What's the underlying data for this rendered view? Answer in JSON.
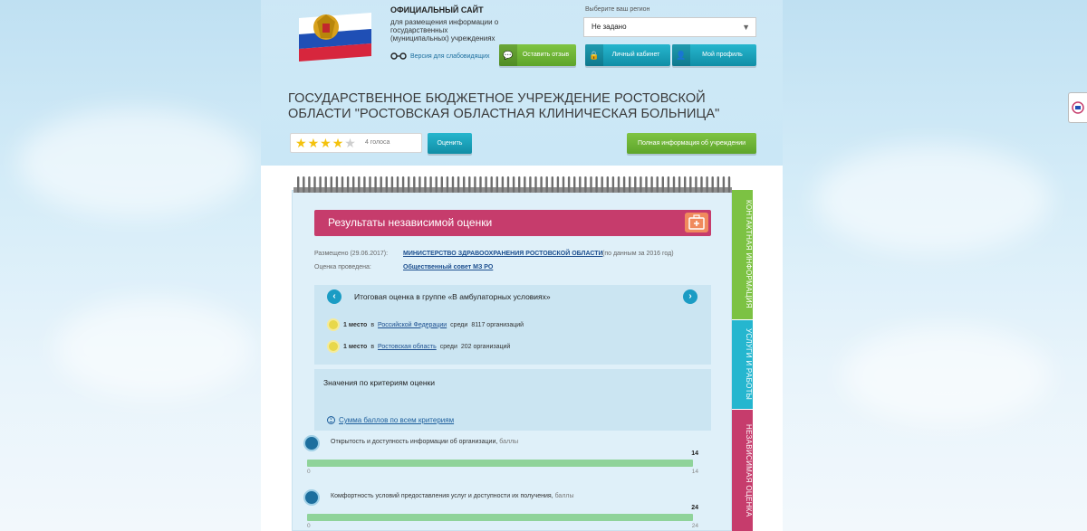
{
  "header": {
    "site_title": "ОФИЦИАЛЬНЫЙ САЙТ",
    "site_subtitle": "для размещения информации о государственных (муниципальных) учреждениях",
    "vision_version": "Версия для слабовидящих",
    "region_label": "Выберите ваш регион",
    "region_value": "Не задано",
    "buttons": {
      "feedback": "Оставить отзыв",
      "cabinet": "Личный кабинет",
      "profile": "Мой профиль"
    }
  },
  "org": {
    "title": "ГОСУДАРСТВЕННОЕ БЮДЖЕТНОЕ УЧРЕЖДЕНИЕ РОСТОВСКОЙ ОБЛАСТИ \"РОСТОВСКАЯ ОБЛАСТНАЯ КЛИНИЧЕСКАЯ БОЛЬНИЦА\"",
    "rating": 4,
    "votes": "4 голоса",
    "rate_button": "Оценить",
    "full_info_button": "Полная информация об учреждении"
  },
  "results": {
    "banner_title": "Результаты независимой оценки",
    "placed_label": "Размещено (29.06.2017):",
    "placed_link": "МИНИСТЕРСТВО ЗДРАВООХРАНЕНИЯ РОСТОВСКОЙ ОБЛАСТИ",
    "placed_note": "(по данным за 2016 год)",
    "conducted_label": "Оценка проведена:",
    "conducted_link": "Общественный совет МЗ РО",
    "group_title": "Итоговая оценка в группе «В амбулаторных условиях»",
    "rank1": {
      "place": "1 место",
      "in": "в",
      "link": "Российской Федерации",
      "among": "среди",
      "count": "8117 организаций"
    },
    "rank2": {
      "place": "1 место",
      "in": "в",
      "link": "Ростовская область",
      "among": "среди",
      "count": "202 организаций"
    },
    "criteria_title": "Значения по критериям оценки",
    "criteria_sum": "Сумма баллов по всем критериям",
    "criteria": [
      {
        "label": "Открытость и доступность информации об организации",
        "unit": "баллы",
        "value": "14",
        "min": "0",
        "max": "14"
      },
      {
        "label": "Комфортность условий предоставления услуг и доступности их получения",
        "unit": "баллы",
        "value": "24",
        "min": "0",
        "max": "24"
      }
    ]
  },
  "side_tabs": {
    "contacts": "КОНТАКТНАЯ ИНФОРМАЦИЯ",
    "services": "УСЛУГИ И РАБОТЫ",
    "assessment": "НЕЗАВИСИМАЯ ОЦЕНКА"
  },
  "colors": {
    "accent_green": "#7cc243",
    "accent_teal": "#25b6cf",
    "accent_pink": "#c63c6c",
    "bar_green": "#8fd39a"
  }
}
